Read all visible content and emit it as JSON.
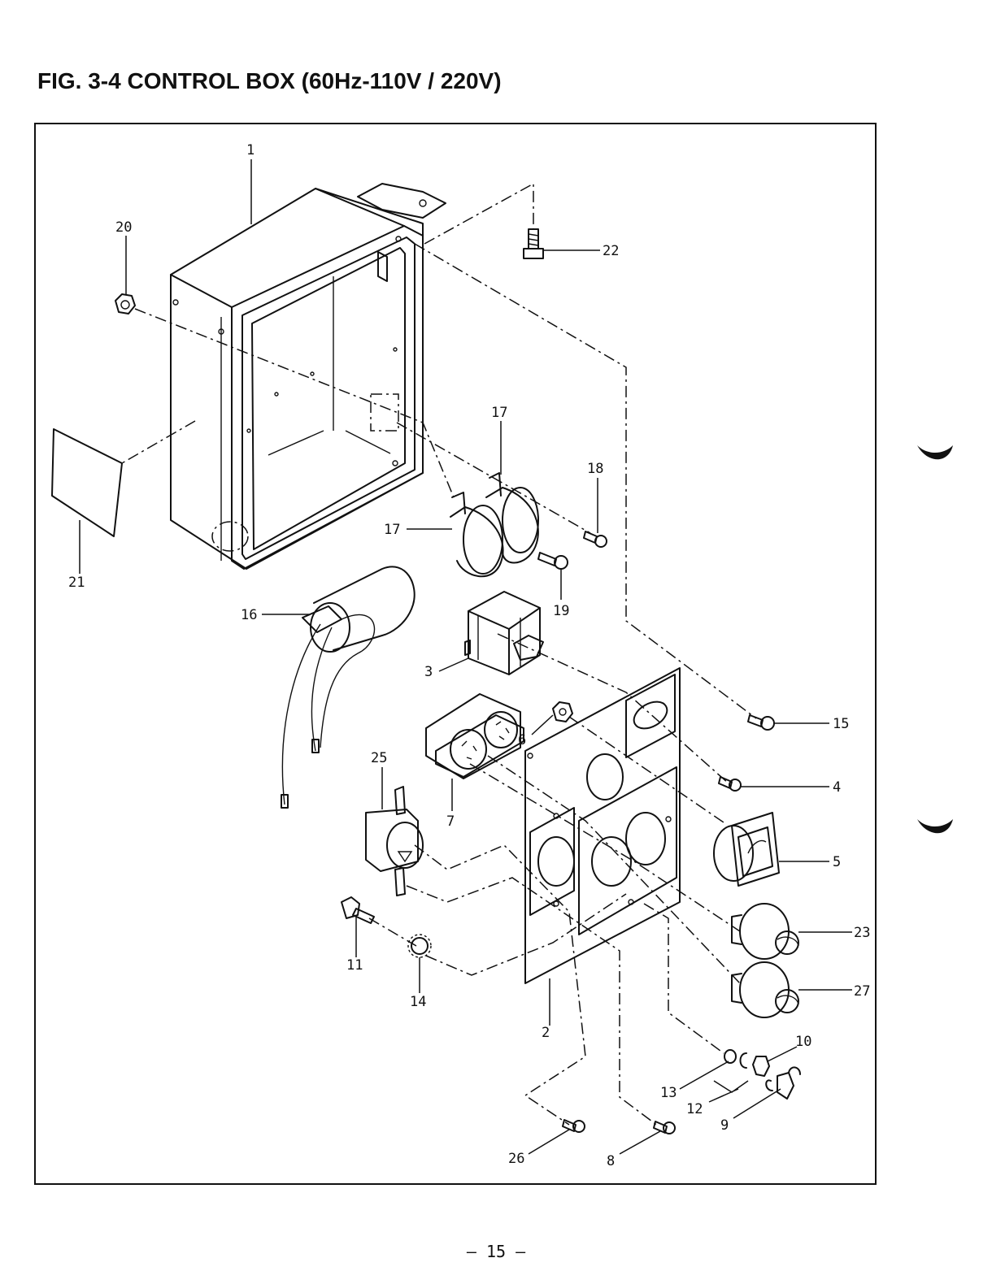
{
  "title": "FIG. 3-4  CONTROL BOX (60Hz-110V / 220V)",
  "page_number": "– 15 –",
  "callouts": {
    "c1": "1",
    "c20": "20",
    "c22": "22",
    "c21": "21",
    "c17a": "17",
    "c17b": "17",
    "c18": "18",
    "c19": "19",
    "c16": "16",
    "c3": "3",
    "c15": "15",
    "c6": "6",
    "c4": "4",
    "c25": "25",
    "c7": "7",
    "c5": "5",
    "c23": "23",
    "c11": "11",
    "c14": "14",
    "c27": "27",
    "c2": "2",
    "c10": "10",
    "c13": "13",
    "c12": "12",
    "c9": "9",
    "c26": "26",
    "c8": "8"
  }
}
